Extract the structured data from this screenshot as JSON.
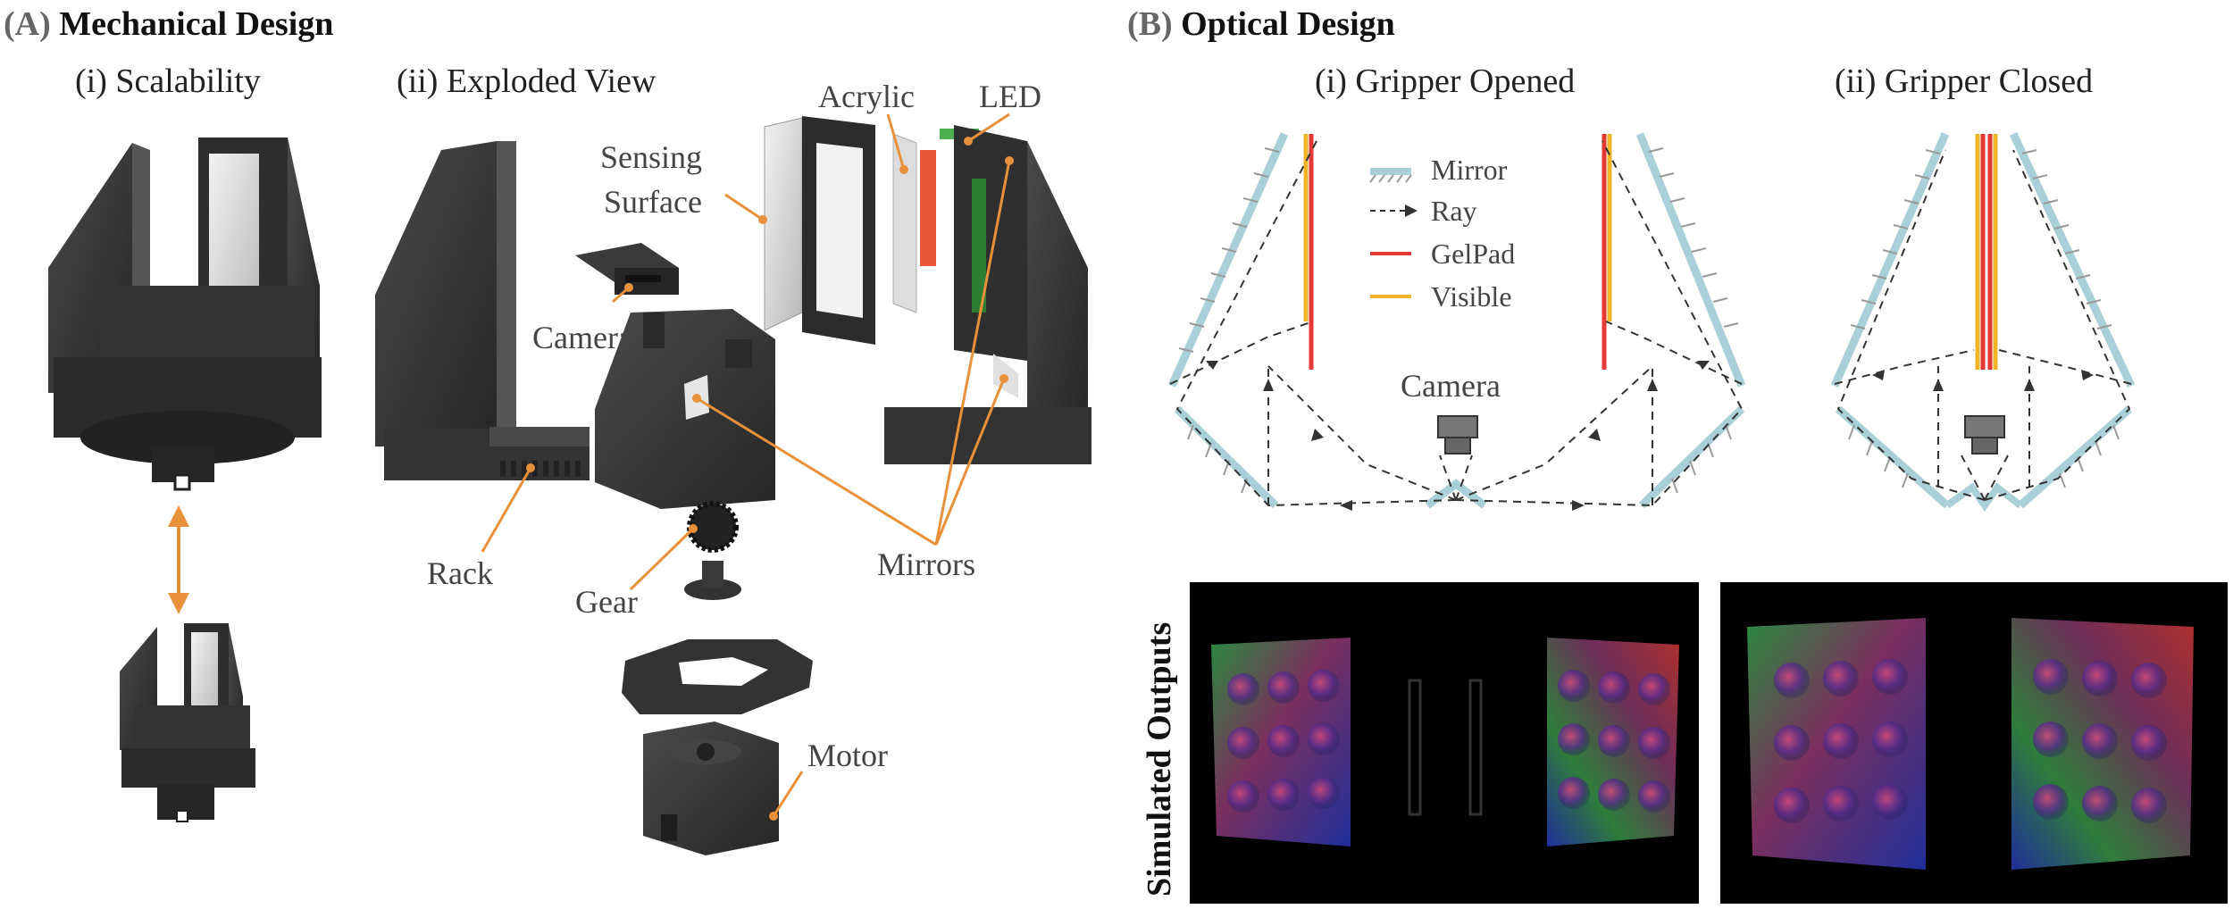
{
  "panel_a": {
    "tag": "(A)",
    "title": "Mechanical Design",
    "sub_i": "(i) Scalability",
    "sub_ii": "(ii) Exploded View",
    "labels": {
      "acrylic": "Acrylic",
      "led": "LED",
      "sensing_1": "Sensing",
      "sensing_2": "Surface",
      "camera": "Camera",
      "rack": "Rack",
      "gear": "Gear",
      "mirrors": "Mirrors",
      "motor": "Motor"
    }
  },
  "panel_b": {
    "tag": "(B)",
    "title": "Optical Design",
    "sub_i": "(i) Gripper Opened",
    "sub_ii": "(ii) Gripper Closed",
    "camera_label": "Camera",
    "legend": {
      "mirror": "Mirror",
      "ray": "Ray",
      "gelpad": "GelPad",
      "visible": "Visible"
    },
    "simulated": "Simulated Outputs"
  },
  "colors": {
    "accent": "#e8913a",
    "mirror": "#a9cfd8",
    "gelpad": "#e53935",
    "visible": "#f0b429",
    "part": "#3a3a3a"
  }
}
